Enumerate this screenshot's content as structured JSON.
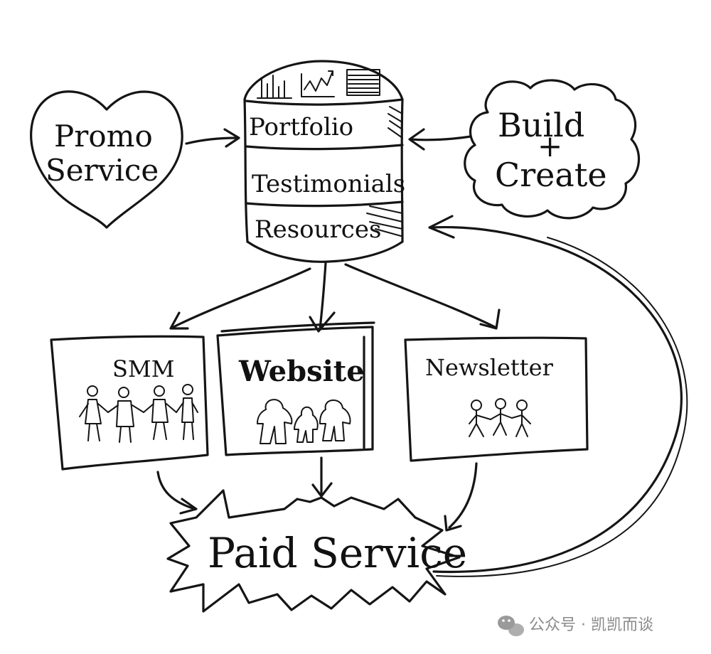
{
  "nodes": {
    "promo": {
      "line1": "Promo",
      "line2": "Service"
    },
    "portfolio": "Portfolio",
    "testimonials": "Testimonials",
    "resources": "Resources",
    "build": {
      "line1": "Build",
      "line2": "+",
      "line3": "Create"
    },
    "smm": "SMM",
    "website": "Website",
    "newsletter": "Newsletter",
    "paid": "Paid Service"
  },
  "watermark": {
    "text": "公众号 · 凯凯而谈"
  },
  "colors": {
    "ink": "#151515",
    "background": "#ffffff",
    "watermark": "#8a8a8a"
  }
}
